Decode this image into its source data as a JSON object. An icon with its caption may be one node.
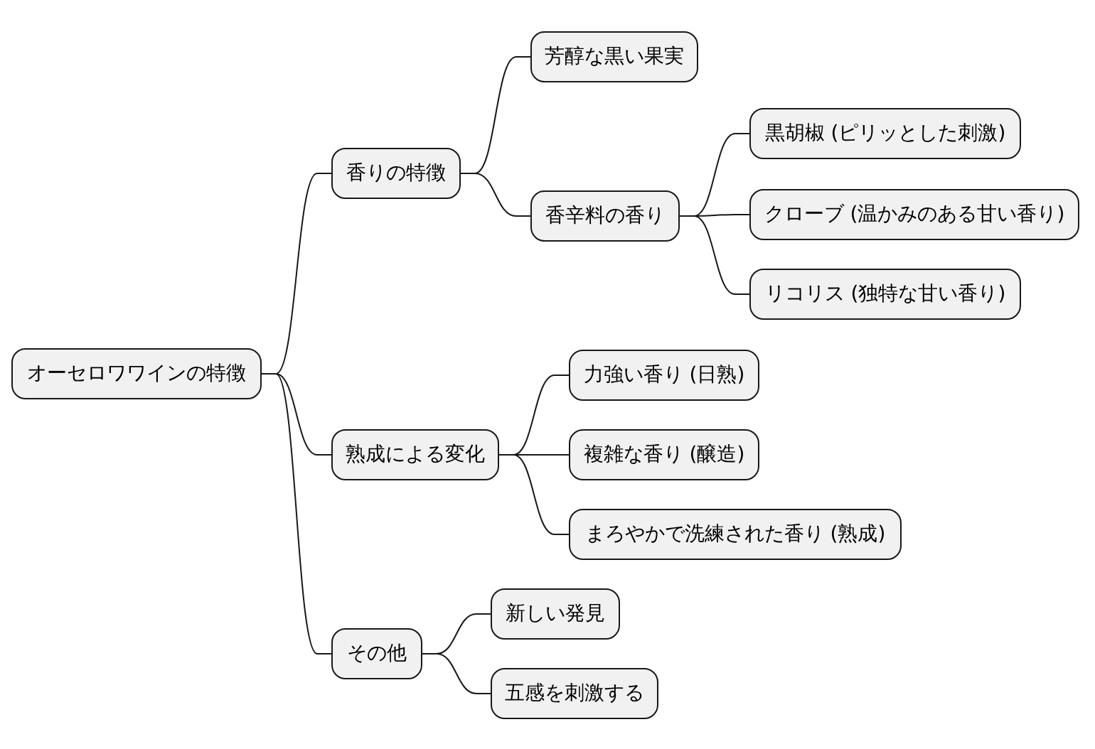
{
  "diagram": {
    "nodes": [
      {
        "text": [
          "オーセロワワインの特徴"
        ]
      },
      {
        "text": [
          "香りの特徴"
        ]
      },
      {
        "text": [
          "芳醇な黒い果実"
        ]
      },
      {
        "text": [
          "香辛料の香り"
        ]
      },
      {
        "text": [
          "黒胡椒 (ピリッとした刺激)"
        ]
      },
      {
        "text": [
          "クローブ (温かみのある甘い香り)"
        ]
      },
      {
        "text": [
          "リコリス (独特な甘い香り)"
        ]
      },
      {
        "text": [
          "熟成による変化"
        ]
      },
      {
        "text": [
          "力強い香り (日熟)"
        ]
      },
      {
        "text": [
          "複雑な香り (醸造)"
        ]
      },
      {
        "text": [
          "まろやかで洗練された香り (熟成)"
        ]
      },
      {
        "text": [
          "その他"
        ]
      },
      {
        "text": [
          "新しい発見"
        ]
      },
      {
        "text": [
          "五感を刺激する"
        ]
      }
    ],
    "edges": [
      {
        "from": 0,
        "to": 1,
        "arrow": "none"
      },
      {
        "from": 1,
        "to": 2,
        "arrow": "none"
      },
      {
        "from": 1,
        "to": 3,
        "arrow": "none"
      },
      {
        "from": 3,
        "to": 4,
        "arrow": "none"
      },
      {
        "from": 3,
        "to": 5,
        "arrow": "none"
      },
      {
        "from": 3,
        "to": 6,
        "arrow": "none"
      },
      {
        "from": 0,
        "to": 7,
        "arrow": "none"
      },
      {
        "from": 7,
        "to": 8,
        "arrow": "none"
      },
      {
        "from": 7,
        "to": 9,
        "arrow": "none"
      },
      {
        "from": 7,
        "to": 10,
        "arrow": "none"
      },
      {
        "from": 0,
        "to": 11,
        "arrow": "none"
      },
      {
        "from": 11,
        "to": 12,
        "arrow": "none"
      },
      {
        "from": 11,
        "to": 13,
        "arrow": "none"
      }
    ]
  }
}
